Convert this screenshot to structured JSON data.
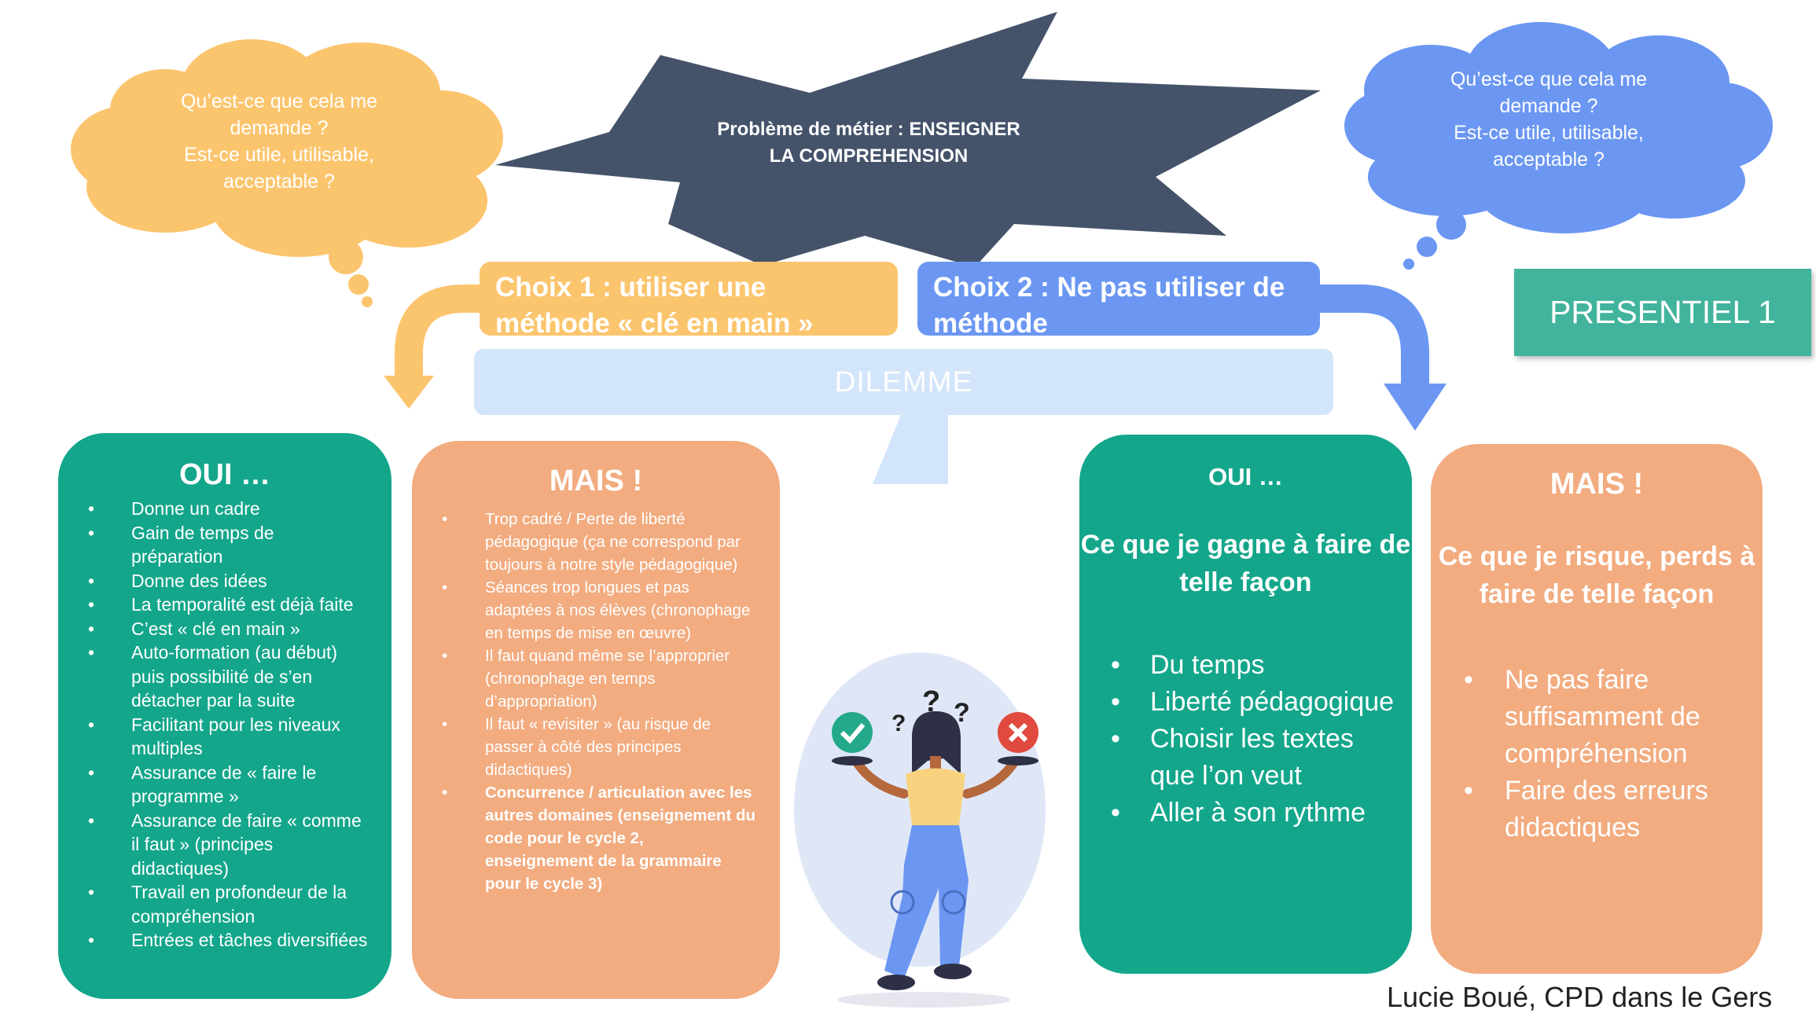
{
  "colors": {
    "teal": "#13a68b",
    "orange_box": "#f2ac80",
    "yellow": "#fbc56e",
    "blue": "#6b97f2",
    "dark_star": "#44536a",
    "dilemme": "#d2e5fb",
    "presentiel": "#42b39c"
  },
  "clouds": {
    "left_lines": [
      "Qu’est-ce que cela me",
      "demande ?",
      "Est-ce utile, utilisable,",
      "acceptable  ?"
    ],
    "right_lines": [
      "Qu’est-ce que cela me",
      "demande ?",
      "Est-ce utile, utilisable,",
      "acceptable  ?"
    ]
  },
  "problem": {
    "line1": "Problème de métier :  ENSEIGNER",
    "line2": "LA COMPREHENSION"
  },
  "choices": {
    "choice1": "Choix 1 : utiliser une méthode « clé en main »",
    "choice2": "Choix 2 : Ne pas utiliser de méthode"
  },
  "dilemme": "DILEMME",
  "badge": "PRESENTIEL 1",
  "box1": {
    "title": "OUI …",
    "items": [
      "Donne un cadre",
      "Gain de temps de préparation",
      "Donne des idées",
      "La temporalité est déjà faite",
      "C’est « clé en main »",
      "Auto-formation (au début) puis possibilité de s’en détacher par la suite",
      "Facilitant pour les niveaux multiples",
      "Assurance de « faire le programme »",
      "Assurance de faire « comme il faut » (principes didactiques)",
      "Travail en profondeur de la compréhension",
      "Entrées et tâches diversifiées"
    ]
  },
  "box2": {
    "title": "MAIS !",
    "items": [
      "Trop cadré / Perte de liberté pédagogique (ça ne correspond par toujours à notre style pédagogique)",
      "Séances  trop longues et pas adaptées à nos élèves (chronophage en temps de mise en œuvre)",
      "Il faut quand même se l’approprier (chronophage en temps d’appropriation)",
      "Il faut « revisiter » (au risque de passer à côté des principes didactiques)"
    ],
    "bold_item": "Concurrence / articulation avec les autres domaines (enseignement du code pour le cycle 2, enseignement de la grammaire pour le cycle 3)"
  },
  "box3": {
    "title": "OUI …",
    "subtitle": "Ce que je gagne à faire de telle façon",
    "items": [
      "Du temps",
      "Liberté pédagogique",
      "Choisir les textes que l’on veut",
      "Aller à son rythme"
    ]
  },
  "box4": {
    "title": "MAIS !",
    "subtitle": "Ce que je risque, perds à faire de telle façon",
    "items": [
      "Ne pas faire suffisamment de compréhension",
      "Faire des erreurs didactiques"
    ]
  },
  "illustration": {
    "marks": [
      "?",
      "?",
      "?"
    ]
  },
  "credit": "Lucie Boué, CPD dans le Gers"
}
